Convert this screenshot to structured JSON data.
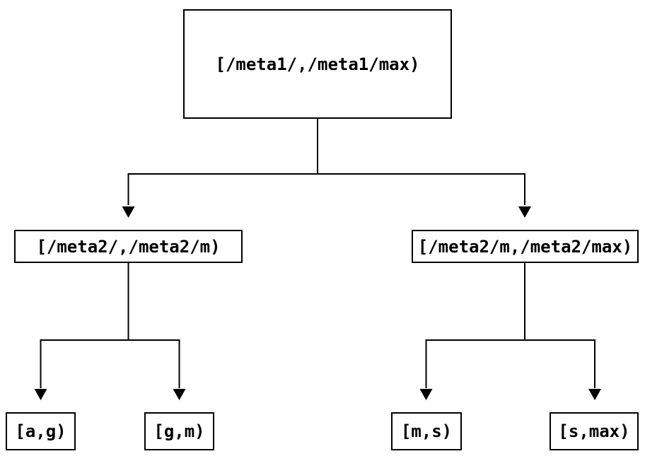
{
  "diagram": {
    "type": "tree",
    "colors": {
      "line": "#000000",
      "text": "#000000",
      "background": "#ffffff"
    },
    "nodes": {
      "root": {
        "label": "[/meta1/,/meta1/max)"
      },
      "left_child": {
        "label": "[/meta2/,/meta2/m)"
      },
      "right_child": {
        "label": "[/meta2/m,/meta2/max)"
      },
      "leaf_1": {
        "label": "[a,g)"
      },
      "leaf_2": {
        "label": "[g,m)"
      },
      "leaf_3": {
        "label": "[m,s)"
      },
      "leaf_4": {
        "label": "[s,max)"
      }
    },
    "edges": [
      {
        "from": "root",
        "to": "left_child"
      },
      {
        "from": "root",
        "to": "right_child"
      },
      {
        "from": "left_child",
        "to": "leaf_1"
      },
      {
        "from": "left_child",
        "to": "leaf_2"
      },
      {
        "from": "right_child",
        "to": "leaf_3"
      },
      {
        "from": "right_child",
        "to": "leaf_4"
      }
    ]
  }
}
